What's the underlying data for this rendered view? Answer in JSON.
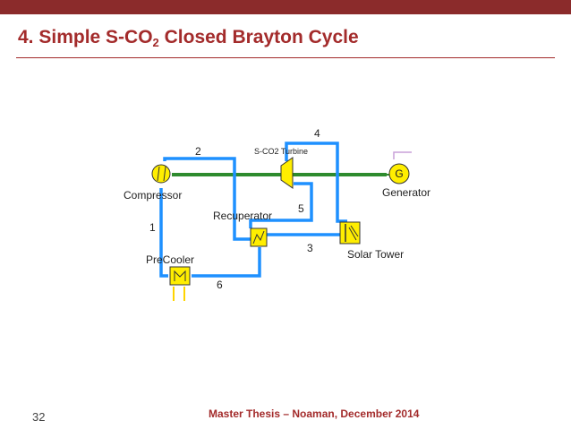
{
  "slide": {
    "title_prefix": "4. Simple S-CO",
    "title_sub": "2",
    "title_suffix": " Closed Brayton Cycle",
    "page_number": "32",
    "footer": "Master Thesis – Noaman, December 2014",
    "accent_color": "#a32b2b"
  },
  "diagram": {
    "components": {
      "compressor": "Compressor",
      "turbine": "S-CO2 Turbine",
      "generator": "Generator",
      "generator_symbol": "G",
      "recuperator": "Recuperator",
      "solar_tower": "Solar Tower",
      "precooler": "PreCooler"
    },
    "streams": [
      "1",
      "2",
      "3",
      "4",
      "5",
      "6"
    ],
    "colors": {
      "pipe": "#1e90ff",
      "shaft": "#2e8b2e",
      "equipment": "#ffee00",
      "cooling": "#ffd400"
    }
  }
}
